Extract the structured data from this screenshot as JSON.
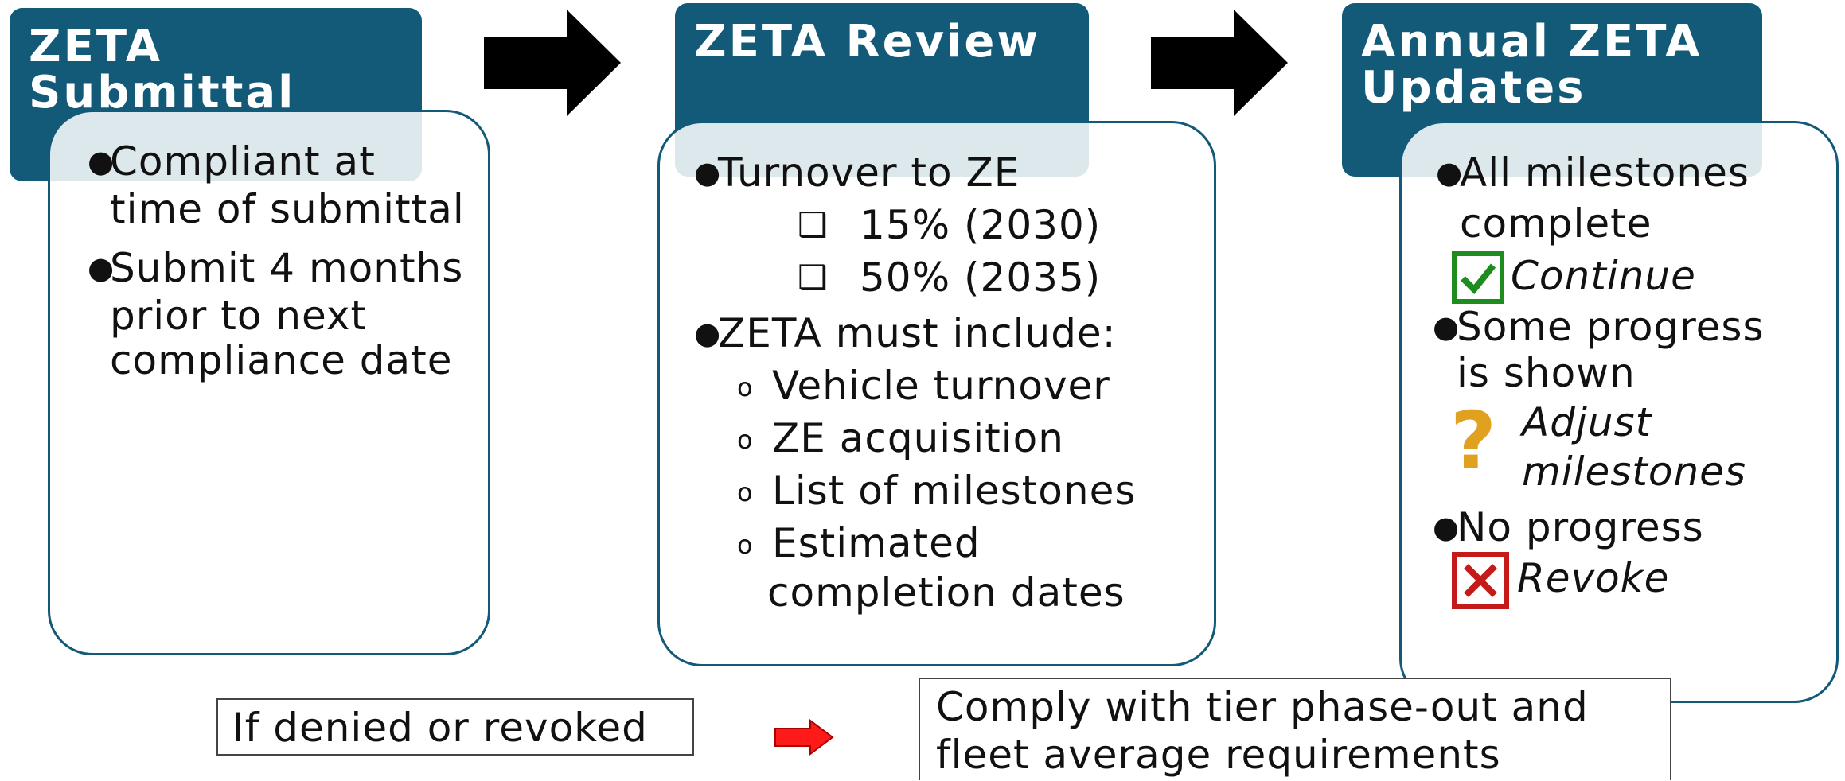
{
  "colors": {
    "header_bg": "#135a78",
    "check_green": "#1e8c1e",
    "x_red": "#c41a1a",
    "question_gold": "#e0a020",
    "arrow_red": "#ff1a1a",
    "arrow_black": "#000000"
  },
  "step1": {
    "title": "ZETA Submittal",
    "bullets": [
      "Compliant at",
      "time of submittal",
      "Submit 4 months",
      "prior to next",
      "compliance date"
    ]
  },
  "step2": {
    "title": "ZETA Review",
    "bullets": [
      "Turnover to ZE",
      "15% (2030)",
      "50% (2035)",
      "ZETA must include:",
      "Vehicle turnover",
      "ZE acquisition",
      "List of milestones",
      "Estimated",
      "completion dates"
    ]
  },
  "step3": {
    "title_line1": "Annual ZETA",
    "title_line2": "Updates",
    "lines": [
      "All milestones",
      "complete",
      "Continue",
      "Some progress",
      "is shown",
      "Adjust",
      "milestones",
      "No progress",
      "Revoke"
    ]
  },
  "bottom": {
    "condition": "If denied or revoked",
    "outcome_line1": "Comply with tier phase-out and",
    "outcome_line2": "fleet average requirements"
  },
  "icons": {
    "bullet": "bullet-icon",
    "checkbox": "checkbox-icon",
    "sub_bullet": "circle-bullet-icon",
    "check": "green-check-icon",
    "question": "question-mark-icon",
    "x": "red-x-icon",
    "arrow": "right-arrow-icon"
  }
}
